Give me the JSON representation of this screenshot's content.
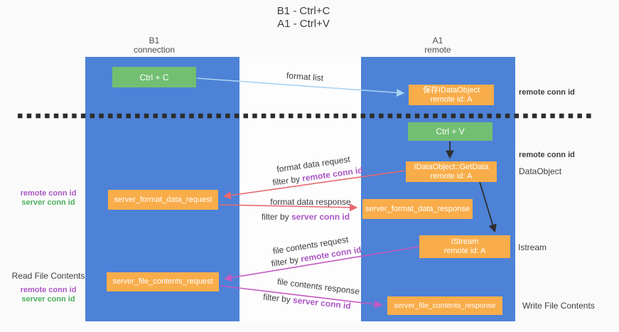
{
  "title": {
    "line1": "B1 - Ctrl+C",
    "line2": "A1 - Ctrl+V"
  },
  "columns": {
    "left": {
      "name": "B1",
      "subtitle": "connection"
    },
    "right": {
      "name": "A1",
      "subtitle": "remote"
    }
  },
  "boxes": {
    "ctrl_c": {
      "label": "Ctrl + C"
    },
    "ctrl_v": {
      "label": "Ctrl + V"
    },
    "save_idataobject": {
      "line1": "保存IDataObject",
      "line2": "remote id: A"
    },
    "idataobject_getdata": {
      "line1": "IDataObject::GetData",
      "line2": "remote id: A"
    },
    "istream": {
      "line1": "IStream",
      "line2": "remote id: A"
    },
    "server_format_data_request": {
      "label": "server_format_data_request"
    },
    "server_format_data_response": {
      "label": "server_format_data_response"
    },
    "server_file_contents_request": {
      "label": "server_file_contents_request"
    },
    "server_file_contents_response": {
      "label": "server_file_contents_response"
    }
  },
  "labels": {
    "remote_conn_id": "remote conn id",
    "server_conn_id": "server conn id",
    "filter_by": "filter by",
    "data_object": "DataObject",
    "istream": "Istream",
    "read_file_contents": "Read File Contents",
    "write_file_contents": "Write File Contents"
  },
  "arrow_labels": {
    "format_list": "format list",
    "format_data_request": "format data request",
    "format_data_response": "format data response",
    "file_contents_request": "file contents request",
    "file_contents_response": "file contents response"
  },
  "colors": {
    "column_blue": "#4d82d6",
    "box_green": "#72bf72",
    "box_orange": "#f8ad4a",
    "arrow_blue": "#a8d3f2",
    "arrow_red": "#e7696f",
    "arrow_magenta": "#c459c3",
    "arrow_black": "#2f2f2f",
    "text_purple": "#ab57c5",
    "text_green": "#4daf5c",
    "text_dark": "#3d3d3d",
    "dashed_line": "#2d2d2d",
    "background": "#fafafa"
  }
}
